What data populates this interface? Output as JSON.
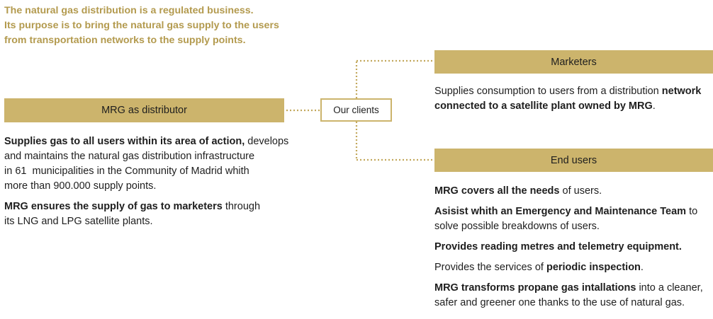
{
  "intro": {
    "line1": "The natural gas distribution is a regulated business.",
    "line2": "Its purpose is to bring the natural gas supply to the users",
    "line3": "from transportation networks to the supply points."
  },
  "nodes": {
    "distributor": "MRG as distributor",
    "clients": "Our clients",
    "marketers": "Marketers",
    "end_users": "End users"
  },
  "distributor_text": {
    "p1_l1_bold": "Supplies gas to all users within its area of action,",
    "p1_l1_rest": " develops",
    "p1_l2": "and maintains the natural gas distribution infrastructure",
    "p1_l3": "in 61  municipalities in the Community of Madrid whith",
    "p1_l4": "more than 900.000 supply points.",
    "p2_l1_bold": "MRG ensures the supply of gas to marketers",
    "p2_l1_rest": " through",
    "p2_l2": "its LNG and LPG satellite plants."
  },
  "marketers_text": {
    "l1_rest": "Supplies consumption to users from a distribution ",
    "l1_bold": "network",
    "l2_bold": "connected to a satellite plant owned by MRG",
    "l2_rest": "."
  },
  "end_users_text": {
    "p1_bold": "MRG covers all the needs",
    "p1_rest": " of users.",
    "p2_l1_bold": "Asisist whith an Emergency and Maintenance Team",
    "p2_l1_rest": " to",
    "p2_l2": "solve possible breakdowns of users.",
    "p3_bold": "Provides reading metres and telemetry equipment.",
    "p4_rest": "Provides the services of ",
    "p4_bold": "periodic inspection",
    "p4_end": ".",
    "p5_l1_bold": "MRG transforms propane gas intallations",
    "p5_l1_rest": " into a cleaner,",
    "p5_l2": "safer and greener one thanks to the use of natural gas."
  },
  "colors": {
    "accent": "#ccb46c",
    "intro_text": "#b39a4e",
    "dots": "#c2a85c"
  }
}
